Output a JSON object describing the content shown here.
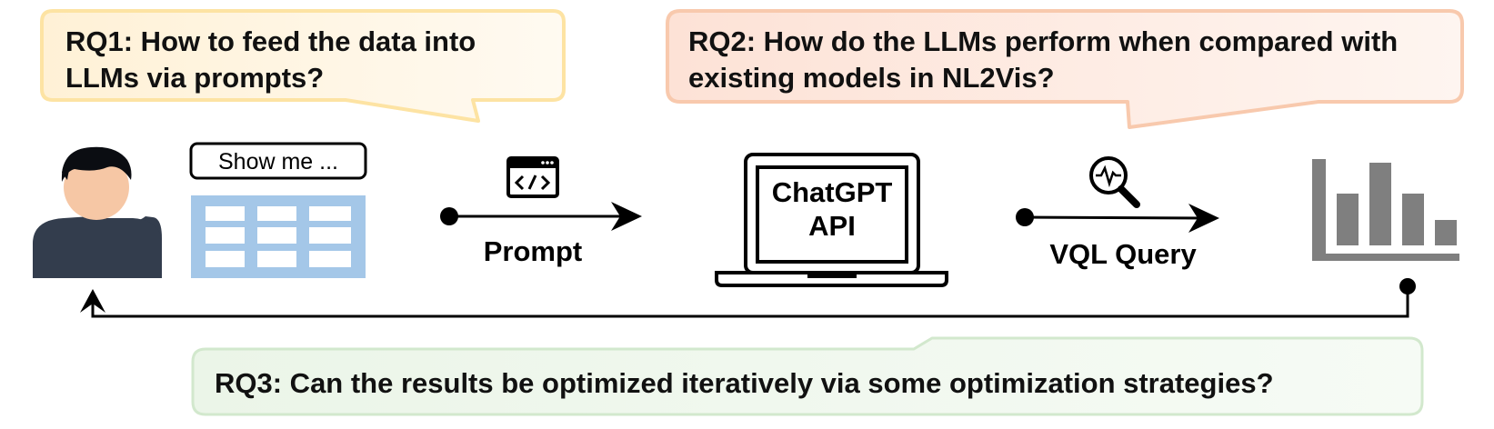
{
  "rq1": {
    "line1": "RQ1: How to feed the data  into",
    "line2": "LLMs via prompts?"
  },
  "rq2": {
    "line1": "RQ2: How do the LLMs perform when compared with",
    "line2": "existing models in NL2Vis?"
  },
  "rq3": {
    "text": "RQ3: Can the results be optimized iteratively via some optimization strategies?"
  },
  "user_input": "Show me ...",
  "arrow_prompt_label": "Prompt",
  "laptop_screen": {
    "line1": "ChatGPT",
    "line2": "API"
  },
  "arrow_query_label": "VQL Query",
  "icons": {
    "user": "user-icon",
    "table": "table-icon",
    "code": "code-window-icon",
    "laptop": "laptop-icon",
    "search": "search-chart-icon",
    "chart": "bar-chart-icon"
  },
  "colors": {
    "rq1_fill": "#fff3df",
    "rq1_stroke": "#fde3a3",
    "rq2_fill": "#fde6dc",
    "rq2_stroke": "#f8c9ad",
    "rq3_fill": "#eef6ec",
    "rq3_stroke": "#d2e8cd",
    "table_blue": "#a4c7e8",
    "user_body": "#333d4d",
    "user_skin": "#f6c7a5",
    "chart_gray": "#7f7f7f"
  }
}
